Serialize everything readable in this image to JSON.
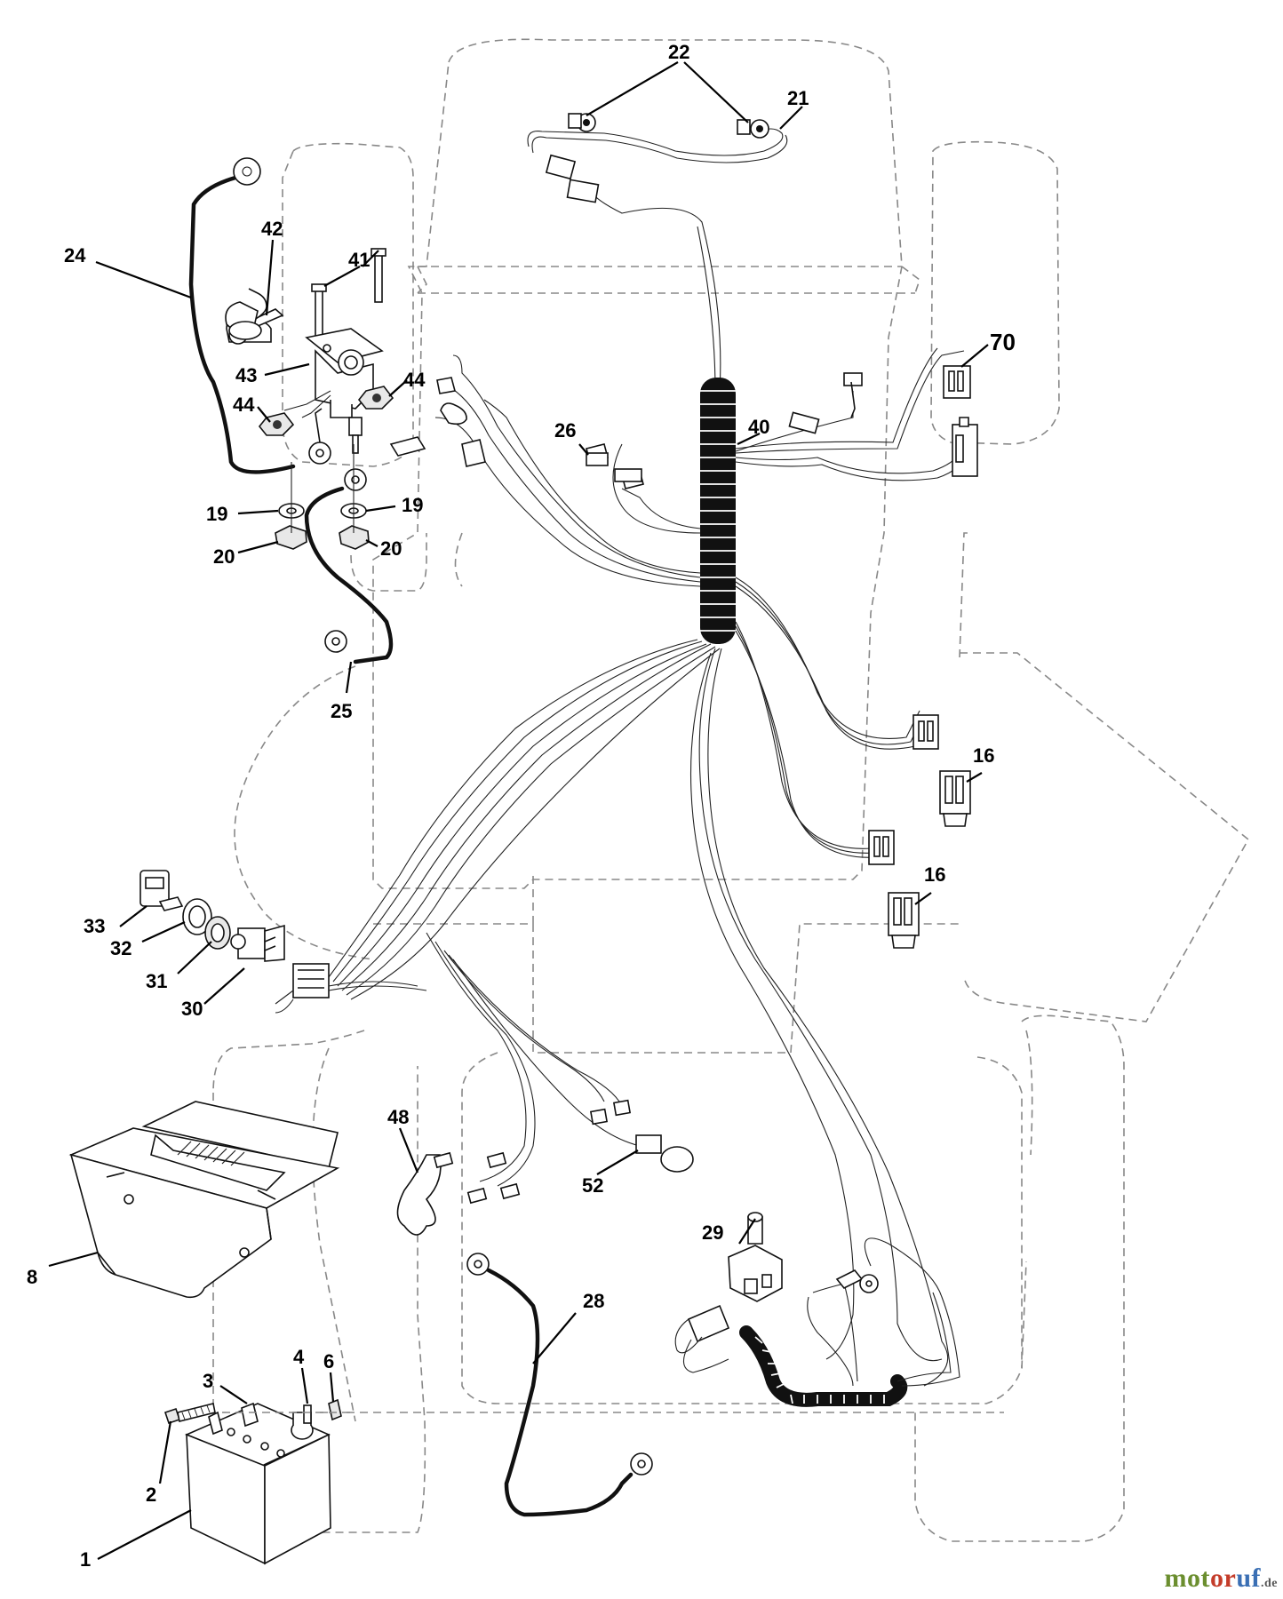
{
  "callouts": {
    "c1": "1",
    "c2": "2",
    "c3": "3",
    "c4": "4",
    "c6": "6",
    "c8": "8",
    "c16a": "16",
    "c16b": "16",
    "c19a": "19",
    "c19b": "19",
    "c20a": "20",
    "c20b": "20",
    "c21": "21",
    "c22": "22",
    "c24": "24",
    "c25": "25",
    "c26": "26",
    "c28": "28",
    "c29": "29",
    "c30": "30",
    "c31": "31",
    "c32": "32",
    "c33": "33",
    "c40": "40",
    "c41": "41",
    "c42": "42",
    "c43": "43",
    "c44a": "44",
    "c44b": "44",
    "c48": "48",
    "c52": "52",
    "c70": "70"
  },
  "watermark": {
    "part1": "mot",
    "part2": "or",
    "part3": "uf",
    "domain": ".de"
  },
  "colors": {
    "wm_green": "#6b8e2f",
    "wm_red": "#c43c2a",
    "wm_blue": "#3a6fb4"
  }
}
